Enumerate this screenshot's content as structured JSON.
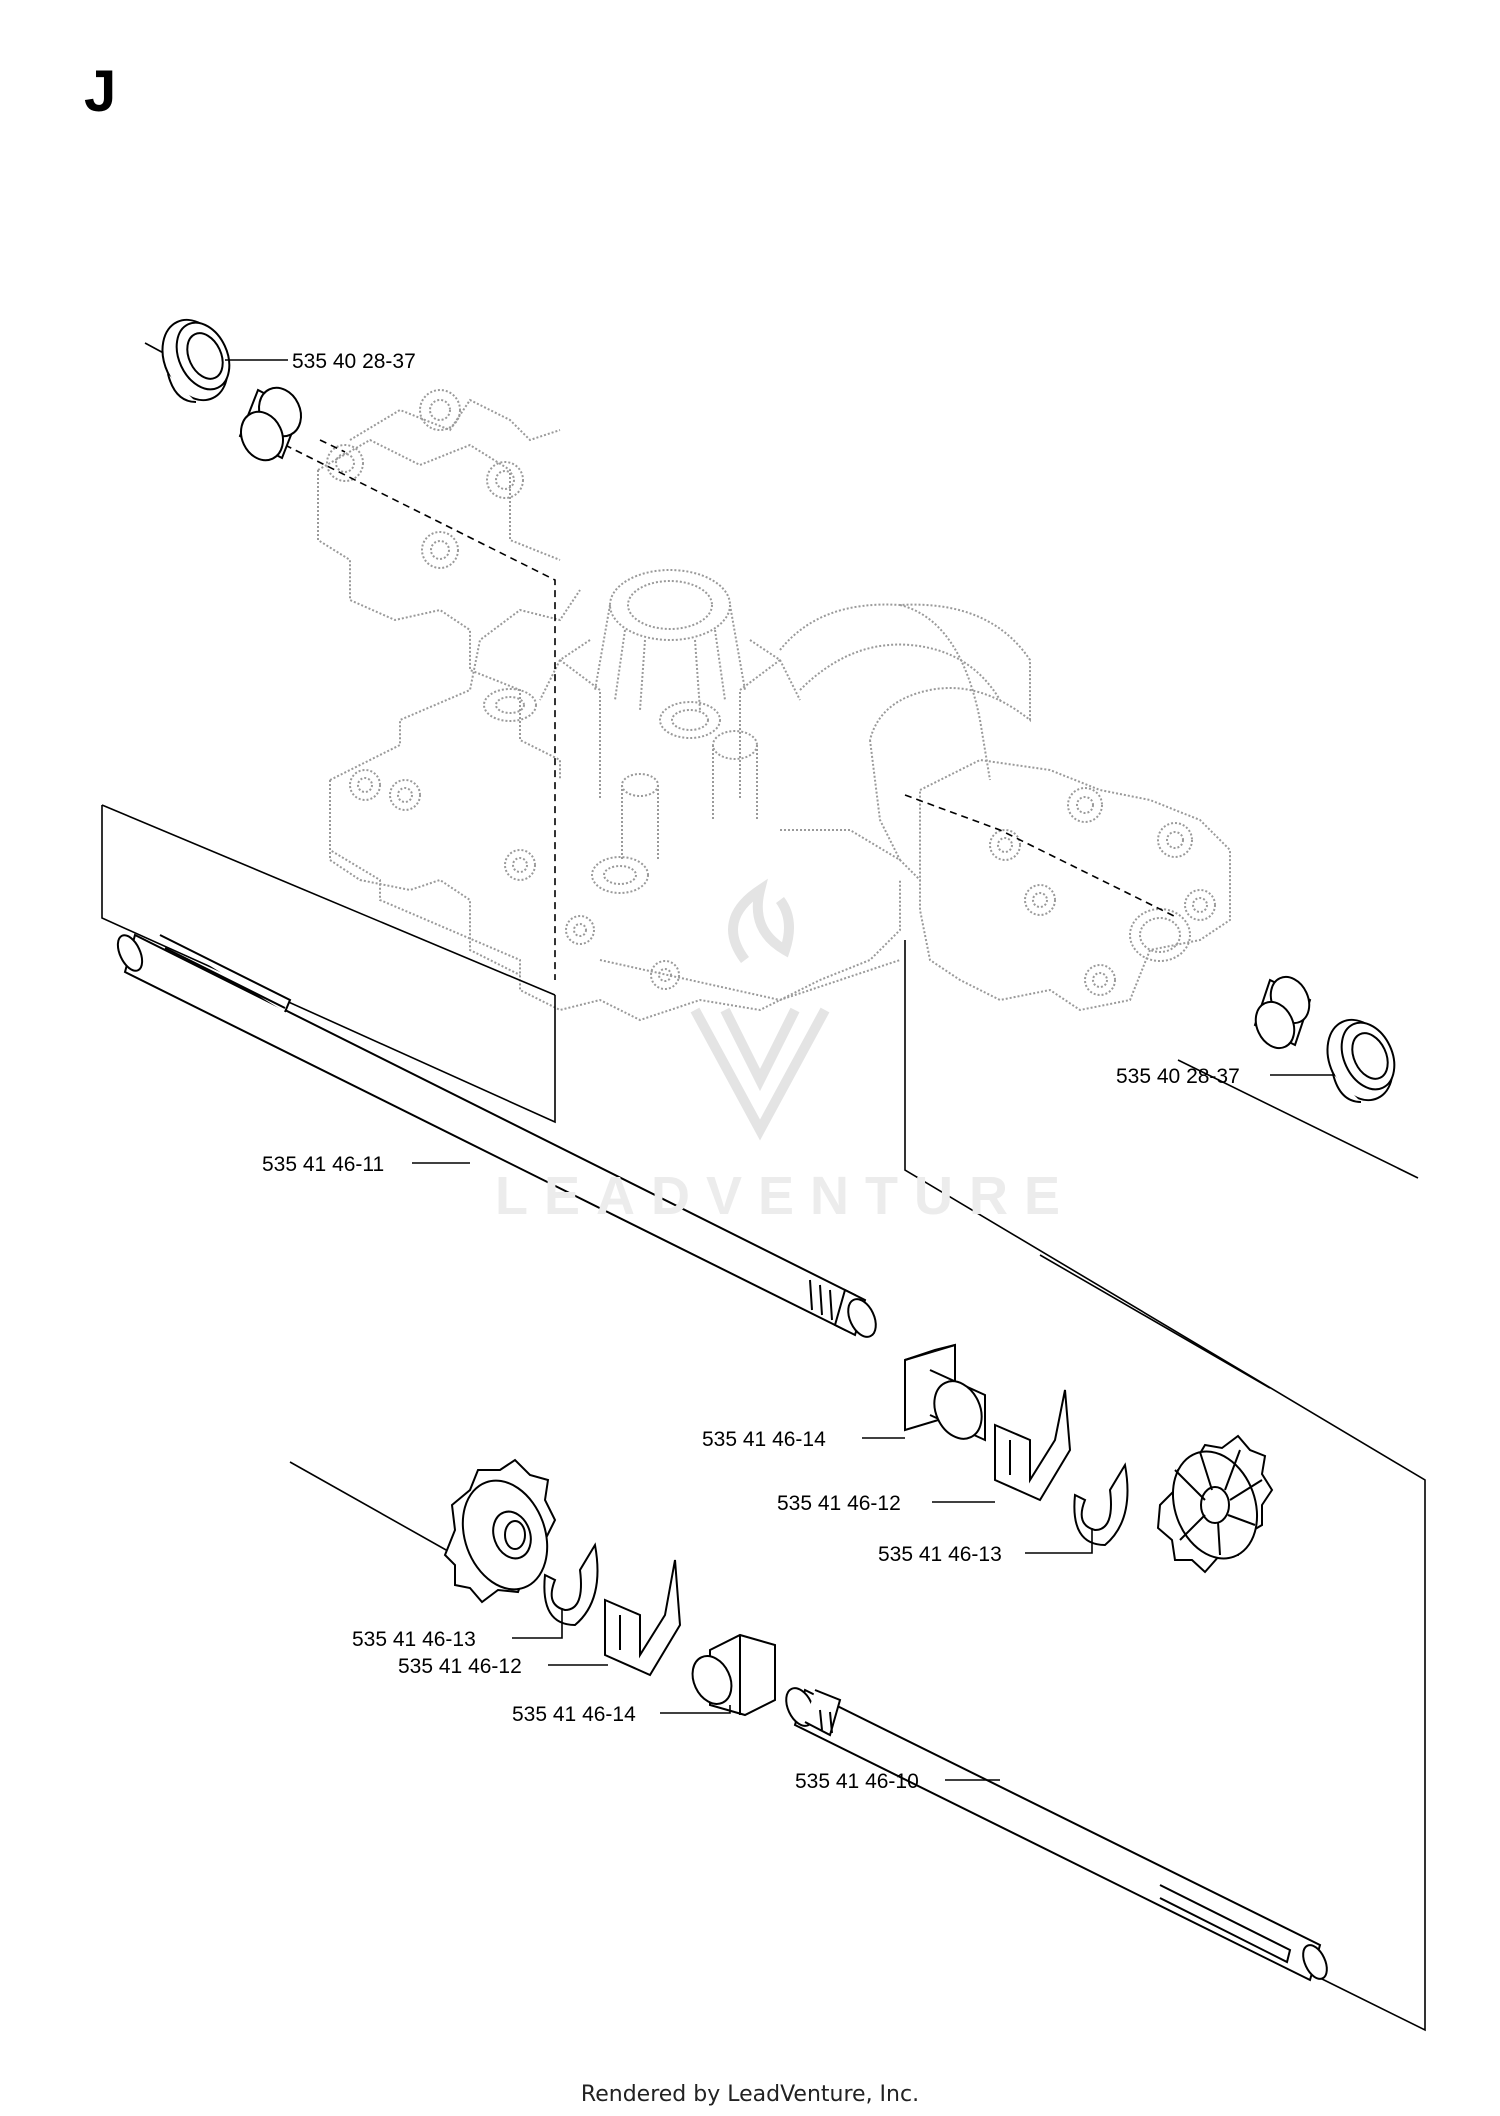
{
  "section_letter": "J",
  "watermark": {
    "brand": "LEADVENTURE",
    "logo_icon": "leadventure-flame-logo"
  },
  "footer": "Rendered by LeadVenture, Inc.",
  "callouts": [
    {
      "id": "seal-top",
      "part_number": "535 40 28-37"
    },
    {
      "id": "seal-right",
      "part_number": "535 40 28-37"
    },
    {
      "id": "axle-upper",
      "part_number": "535 41 46-11"
    },
    {
      "id": "bearing-upper",
      "part_number": "535 41 46-14"
    },
    {
      "id": "clip-upper",
      "part_number": "535 41 46-12"
    },
    {
      "id": "washer-upper",
      "part_number": "535 41 46-13"
    },
    {
      "id": "washer-lower",
      "part_number": "535 41 46-13"
    },
    {
      "id": "clip-lower",
      "part_number": "535 41 46-12"
    },
    {
      "id": "bearing-lower",
      "part_number": "535 41 46-14"
    },
    {
      "id": "axle-lower",
      "part_number": "535 41 46-10"
    }
  ],
  "colors": {
    "line": "#000000",
    "housing": "#9a9a9a",
    "watermark": "#e6e6e6"
  }
}
